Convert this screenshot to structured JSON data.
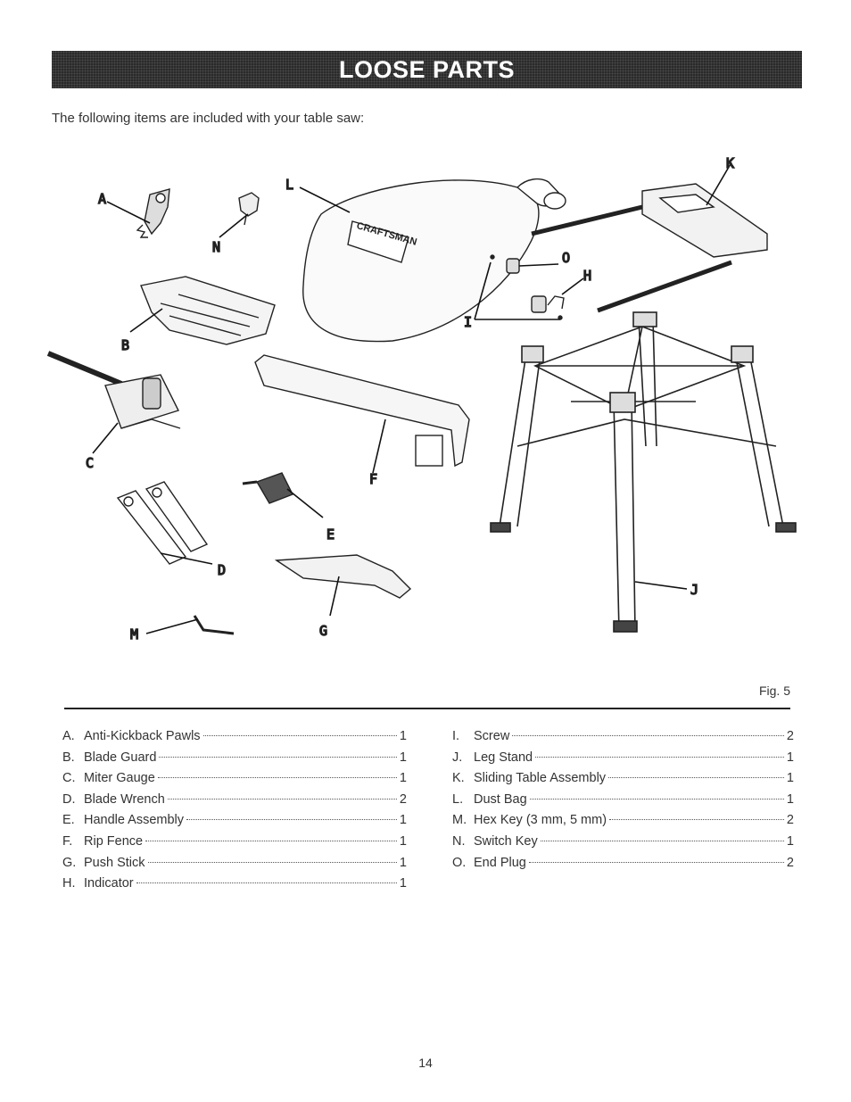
{
  "header": {
    "title": "LOOSE PARTS"
  },
  "intro": "The following items are included with your table saw:",
  "figure": {
    "caption": "Fig. 5",
    "callouts": [
      "A",
      "B",
      "C",
      "D",
      "E",
      "F",
      "G",
      "H",
      "I",
      "J",
      "K",
      "L",
      "M",
      "N",
      "O"
    ],
    "logo_text": "CRAFTSMAN"
  },
  "parts_left": [
    {
      "key": "A.",
      "name": "Anti-Kickback Pawls",
      "qty": "1"
    },
    {
      "key": "B.",
      "name": "Blade Guard",
      "qty": "1"
    },
    {
      "key": "C.",
      "name": "Miter Gauge",
      "qty": "1"
    },
    {
      "key": "D.",
      "name": "Blade Wrench",
      "qty": "2"
    },
    {
      "key": "E.",
      "name": "Handle Assembly",
      "qty": "1"
    },
    {
      "key": "F.",
      "name": "Rip Fence",
      "qty": "1"
    },
    {
      "key": "G.",
      "name": "Push Stick",
      "qty": "1"
    },
    {
      "key": "H.",
      "name": "Indicator",
      "qty": "1"
    }
  ],
  "parts_right": [
    {
      "key": "I.",
      "name": "Screw",
      "qty": "2"
    },
    {
      "key": "J.",
      "name": "Leg Stand",
      "qty": "1"
    },
    {
      "key": "K.",
      "name": "Sliding Table Assembly",
      "qty": "1"
    },
    {
      "key": "L.",
      "name": "Dust Bag",
      "qty": "1"
    },
    {
      "key": "M.",
      "name": "Hex Key (3 mm, 5 mm)",
      "qty": "2"
    },
    {
      "key": "N.",
      "name": "Switch Key",
      "qty": "1"
    },
    {
      "key": "O.",
      "name": "End Plug",
      "qty": "2"
    }
  ],
  "page_number": "14"
}
